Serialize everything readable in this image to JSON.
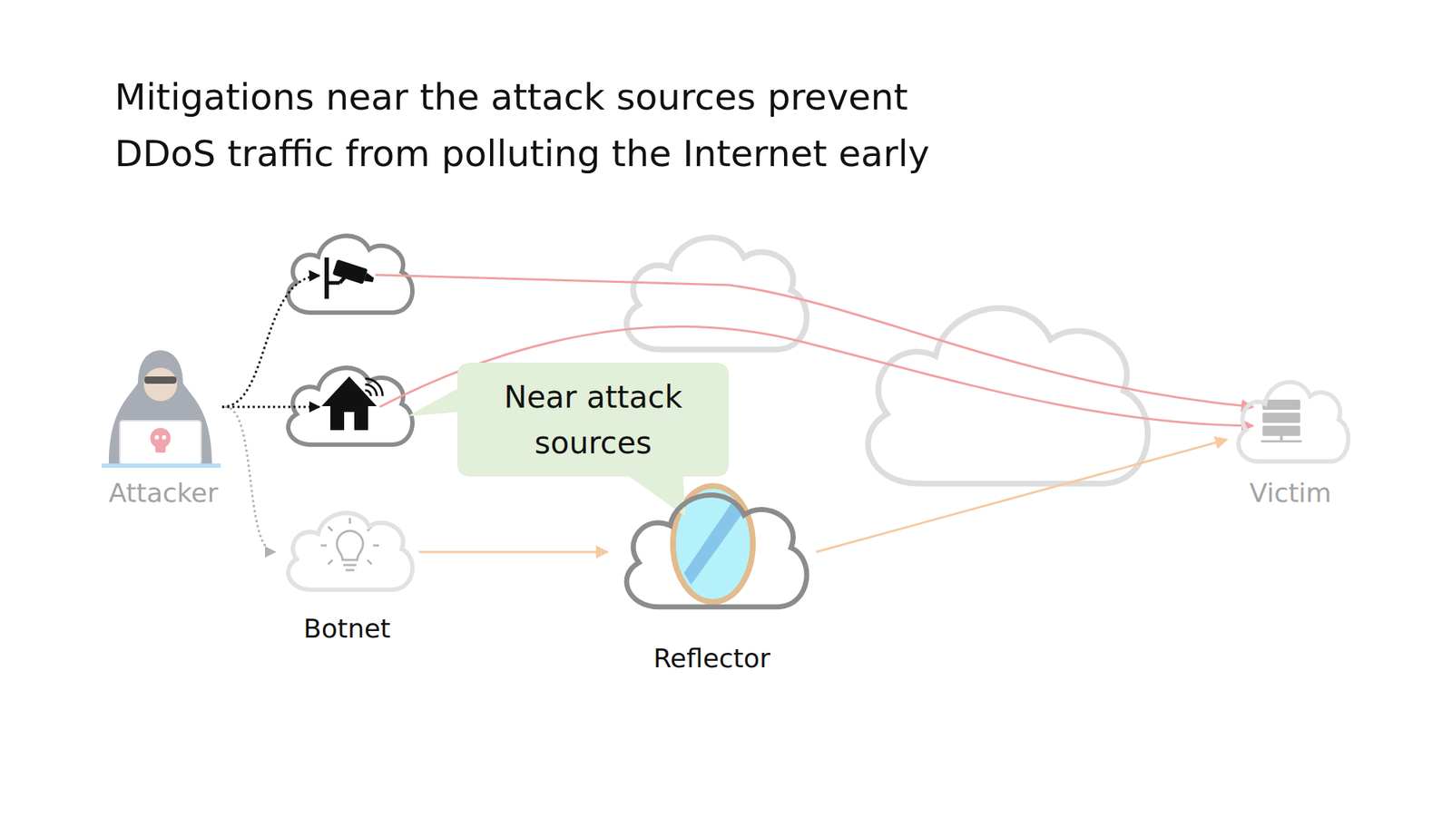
{
  "diagram": {
    "title": "Mitigations near the attack sources prevent DDoS traffic from polluting the Internet early",
    "nodes": [
      {
        "text": [
          "Attacker"
        ]
      },
      {
        "text": [
          "Botnet"
        ]
      },
      {
        "text": [
          "Near attack sources"
        ]
      },
      {
        "text": [
          "Reflector"
        ]
      },
      {
        "text": [
          "Victim"
        ]
      }
    ],
    "edges": [
      {
        "from": 0,
        "to": 1,
        "arrow": "to"
      },
      {
        "from": 1,
        "to": 3,
        "arrow": "to"
      },
      {
        "from": 3,
        "to": 4,
        "arrow": "to"
      }
    ]
  }
}
